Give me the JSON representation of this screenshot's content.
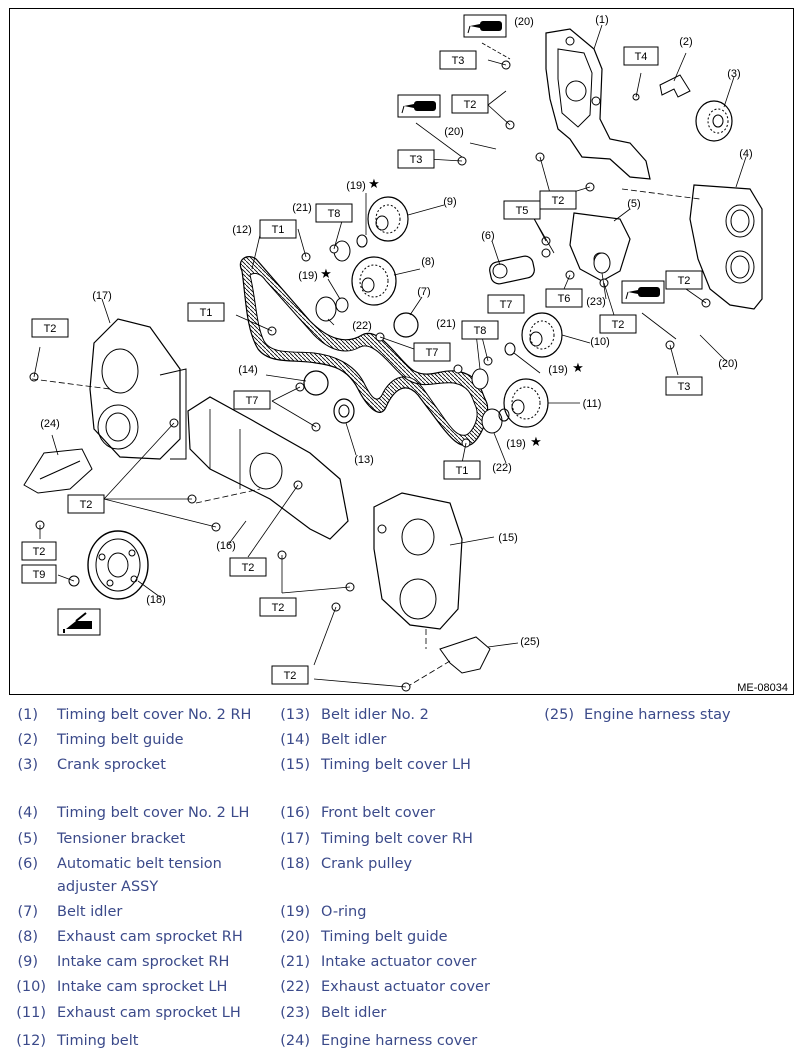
{
  "diagram": {
    "figure_code": "ME-08034",
    "torque_labels": {
      "t1": "T1",
      "t2": "T2",
      "t3": "T3",
      "t4": "T4",
      "t5": "T5",
      "t6": "T6",
      "t7": "T7",
      "t8": "T8",
      "t9": "T9"
    },
    "callouts": {
      "c1": "(1)",
      "c2": "(2)",
      "c3": "(3)",
      "c4": "(4)",
      "c5": "(5)",
      "c6": "(6)",
      "c7": "(7)",
      "c8": "(8)",
      "c9": "(9)",
      "c10": "(10)",
      "c11": "(11)",
      "c12": "(12)",
      "c13": "(13)",
      "c14": "(14)",
      "c15": "(15)",
      "c16": "(16)",
      "c17": "(17)",
      "c18": "(18)",
      "c19": "(19)",
      "c20": "(20)",
      "c21": "(21)",
      "c22": "(22)",
      "c23": "(23)",
      "c24": "(24)",
      "c25": "(25)"
    },
    "star": "★"
  },
  "legend": [
    {
      "num": "(1)",
      "label": "Timing belt cover No. 2 RH"
    },
    {
      "num": "(2)",
      "label": "Timing belt guide"
    },
    {
      "num": "(3)",
      "label": "Crank sprocket"
    },
    {
      "num": "(4)",
      "label": "Timing belt cover No. 2 LH"
    },
    {
      "num": "(5)",
      "label": "Tensioner bracket"
    },
    {
      "num": "(6)",
      "label": "Automatic belt tension"
    },
    {
      "num": "",
      "label": "adjuster ASSY"
    },
    {
      "num": "(7)",
      "label": "Belt idler"
    },
    {
      "num": "(8)",
      "label": "Exhaust cam sprocket RH"
    },
    {
      "num": "(9)",
      "label": "Intake cam sprocket RH"
    },
    {
      "num": "(10)",
      "label": "Intake cam sprocket LH"
    },
    {
      "num": "(11)",
      "label": "Exhaust cam sprocket LH"
    },
    {
      "num": "(12)",
      "label": "Timing belt"
    },
    {
      "num": "(13)",
      "label": "Belt idler No. 2"
    },
    {
      "num": "(14)",
      "label": "Belt idler"
    },
    {
      "num": "(15)",
      "label": "Timing belt cover LH"
    },
    {
      "num": "(16)",
      "label": "Front belt cover"
    },
    {
      "num": "(17)",
      "label": "Timing belt cover RH"
    },
    {
      "num": "(18)",
      "label": "Crank pulley"
    },
    {
      "num": "(19)",
      "label": "O-ring"
    },
    {
      "num": "(20)",
      "label": "Timing belt guide"
    },
    {
      "num": "(21)",
      "label": "Intake actuator cover"
    },
    {
      "num": "(22)",
      "label": "Exhaust actuator cover"
    },
    {
      "num": "(23)",
      "label": "Belt idler"
    },
    {
      "num": "(24)",
      "label": "Engine harness cover"
    },
    {
      "num": "(25)",
      "label": "Engine harness stay"
    }
  ]
}
